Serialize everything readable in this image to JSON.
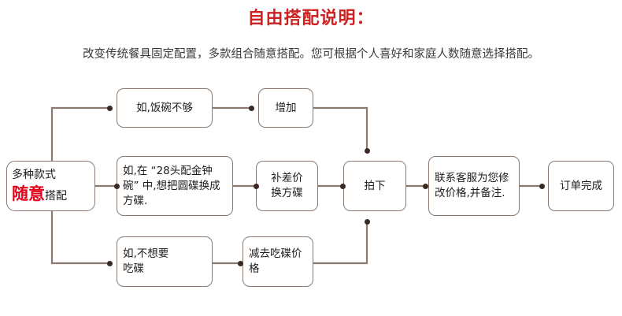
{
  "header": {
    "title": "自由搭配说明：",
    "subtitle": "改变传统餐具固定配置，多款组合随意搭配。您可根据个人喜好和家庭人数随意选择搭配。",
    "title_color": "#cc2222",
    "subtitle_color": "#3a3a3a"
  },
  "diagram": {
    "type": "flowchart",
    "line_color": "#8a7a6f",
    "dot_color": "#3b2a21",
    "box_border_color": "#8a7a6f",
    "accent_color": "#e2001a",
    "nodes": {
      "start": {
        "line1": "多种款式",
        "accent": "随意",
        "rest": "搭配"
      },
      "branch_top": "如,饭碗不够",
      "branch_top_action": "增加",
      "branch_mid": "如,在 “28头配金钟碗” 中,想把圆碟换成方碟.",
      "branch_mid_action": "补差价\n换方碟",
      "branch_bottom": "如,不想要\n吃碟",
      "branch_bottom_action": "减去吃碟价\n格",
      "order": "拍下",
      "service": "联系客服为您修\n改价格,并备注.",
      "done": "订单完成"
    }
  }
}
